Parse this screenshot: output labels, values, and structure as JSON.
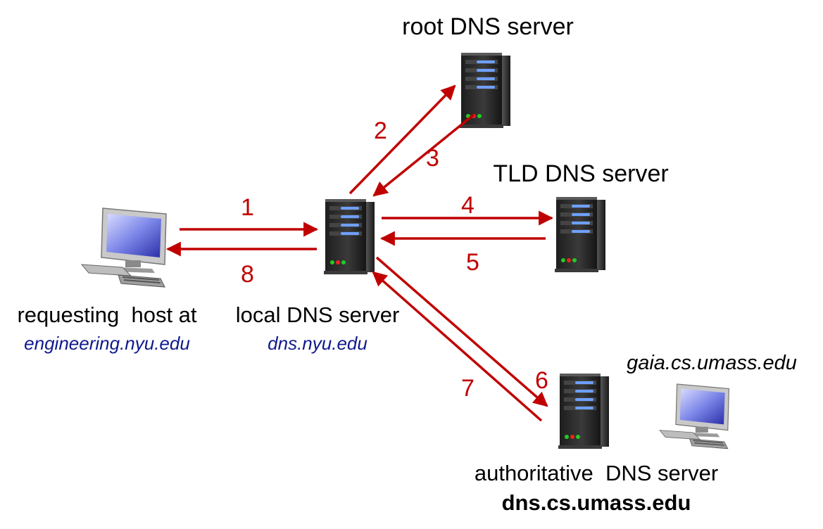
{
  "diagram": {
    "colors": {
      "arrow": "#c00000",
      "host_label": "#0f1a8c",
      "server_body": "#2b2b2b",
      "server_light": "#6ea0ff"
    },
    "nodes": {
      "root": {
        "title": "root DNS server"
      },
      "tld": {
        "title": "TLD DNS server"
      },
      "local": {
        "title": "local DNS server",
        "host": "dns.nyu.edu"
      },
      "requester": {
        "title": "requesting  host at",
        "host": "engineering.nyu.edu"
      },
      "authoritative": {
        "title": "authoritative  DNS server",
        "host": "dns.cs.umass.edu"
      },
      "gaia": {
        "host": "gaia.cs.umass.edu"
      }
    },
    "steps": [
      "1",
      "2",
      "3",
      "4",
      "5",
      "6",
      "7",
      "8"
    ]
  }
}
